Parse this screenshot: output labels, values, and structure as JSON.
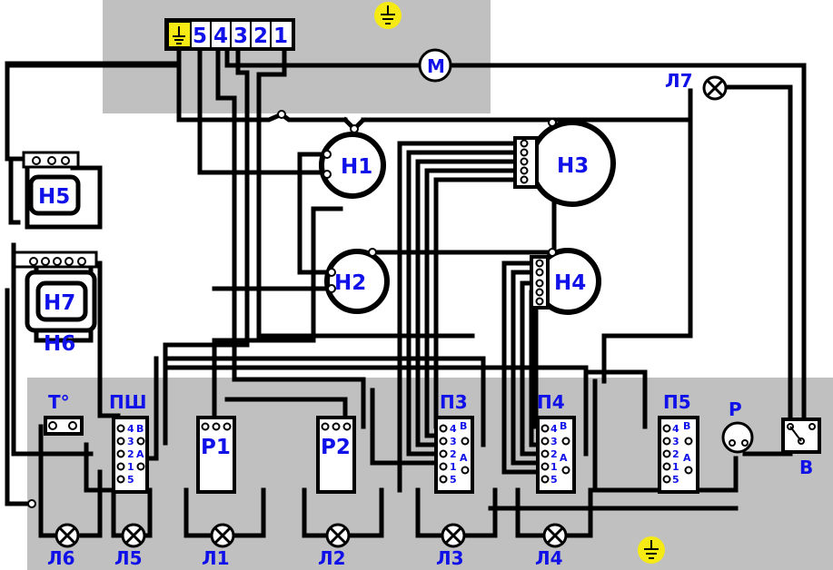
{
  "terminal_block": {
    "pins": [
      "5",
      "4",
      "3",
      "2",
      "1"
    ],
    "ground_icon": "ground-icon"
  },
  "motor": {
    "label": "М"
  },
  "heaters": {
    "h1": "Н1",
    "h2": "Н2",
    "h3": "Н3",
    "h4": "Н4",
    "h5": "Н5",
    "h6": "Н6",
    "h7": "Н7"
  },
  "thermostat": {
    "label": "Т°"
  },
  "switches": {
    "psh": "ПШ",
    "p3": "П3",
    "p4": "П4",
    "p5": "П5",
    "pin_numbers": [
      "4",
      "3",
      "2",
      "1",
      "5"
    ],
    "pin_letters": [
      "В",
      "А"
    ]
  },
  "relays": {
    "r1": "Р1",
    "r2": "Р2",
    "r": "Р",
    "b": "В"
  },
  "lamps": {
    "l1": "Л1",
    "l2": "Л2",
    "l3": "Л3",
    "l4": "Л4",
    "l5": "Л5",
    "l6": "Л6",
    "l7": "Л7"
  },
  "colors": {
    "zone_fill": "#c0c0c0",
    "label": "#1010e8",
    "ground_badge": "#f5ea14",
    "wire": "#000000"
  }
}
